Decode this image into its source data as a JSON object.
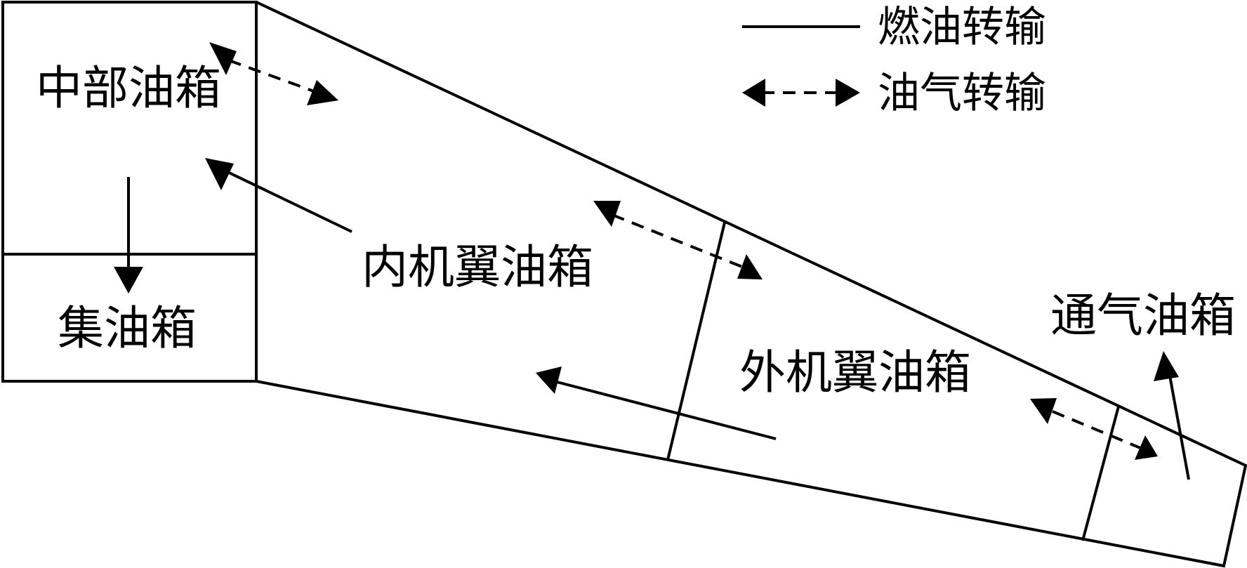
{
  "legend": {
    "fuel_transfer": "燃油转输",
    "vapor_transfer": "油气转输"
  },
  "tanks": {
    "center": "中部油箱",
    "collector": "集油箱",
    "inner_wing": "内机翼油箱",
    "outer_wing": "外机翼油箱",
    "vent": "通气油箱"
  }
}
